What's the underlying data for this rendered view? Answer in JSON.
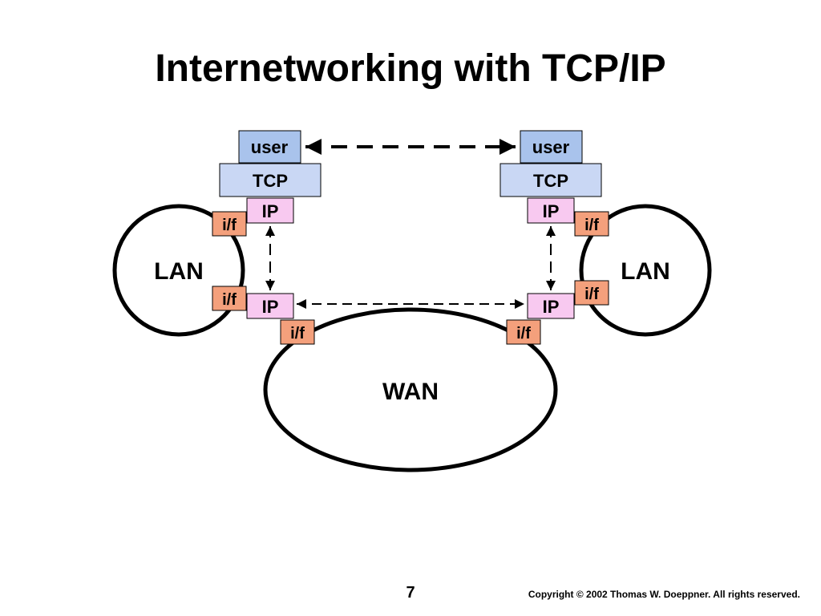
{
  "slide": {
    "title": "Internetworking with TCP/IP",
    "page_number": "7",
    "copyright": "Copyright © 2002 Thomas W. Doeppner. All rights reserved."
  },
  "diagram": {
    "networks": {
      "lan_left": "LAN",
      "lan_right": "LAN",
      "wan": "WAN"
    },
    "left_host": {
      "user": "user",
      "tcp": "TCP",
      "ip": "IP",
      "if": "i/f"
    },
    "right_host": {
      "user": "user",
      "tcp": "TCP",
      "ip": "IP",
      "if": "i/f"
    },
    "left_router": {
      "ip": "IP",
      "if_lan": "i/f",
      "if_wan": "i/f"
    },
    "right_router": {
      "ip": "IP",
      "if_lan": "i/f",
      "if_wan": "i/f"
    }
  },
  "colors": {
    "user_box": "#a9c3ec",
    "tcp_box": "#c9d7f4",
    "ip_box": "#f8c9f0",
    "if_box": "#f4a07c",
    "stroke": "#000000"
  }
}
